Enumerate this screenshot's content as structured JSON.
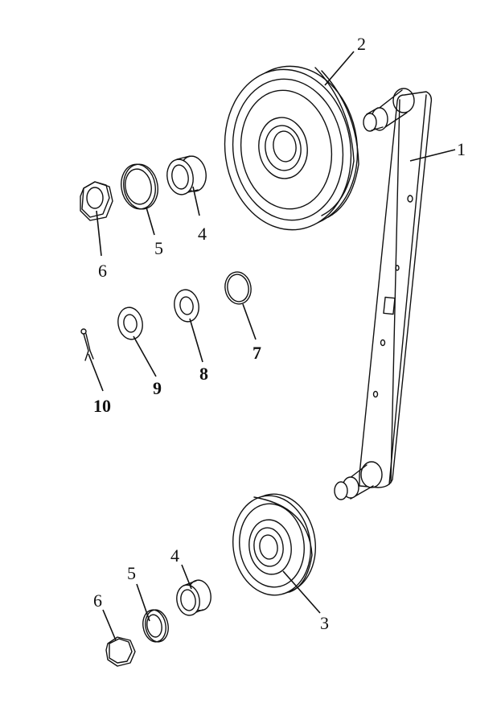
{
  "labels": {
    "arm": "1",
    "upper_pulley": "2",
    "lower_pulley": "3",
    "upper_bushing": "4",
    "upper_washer_5": "5",
    "upper_nut": "6",
    "ring_7": "7",
    "washer_8": "8",
    "washer_9": "9",
    "cotter_pin": "10",
    "lower_bushing": "4",
    "lower_washer_5": "5",
    "lower_nut": "6"
  }
}
